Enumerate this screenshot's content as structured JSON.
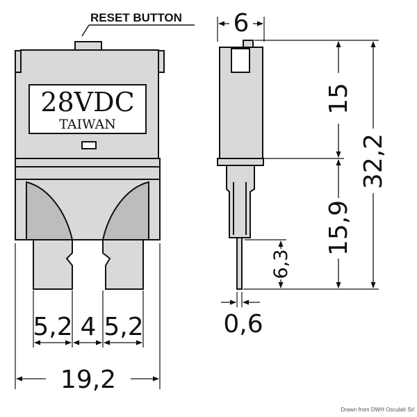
{
  "callout": {
    "reset_button": "RESET BUTTON"
  },
  "label": {
    "rating": "28VDC",
    "origin": "TAIWAN"
  },
  "dimensions": {
    "width_side": "6",
    "body_height": "15",
    "total_height": "32,2",
    "pin_height": "15,9",
    "tip_height": "6,3",
    "pin_thickness": "0,6",
    "pin_width_left": "5,2",
    "pin_gap": "4",
    "pin_width_right": "5,2",
    "total_width": "19,2"
  },
  "credit": "Drawn from DWH Osculati Srl",
  "colors": {
    "body_fill": "#d9d9d9",
    "line": "#111111",
    "label_fill": "#ffffff"
  }
}
